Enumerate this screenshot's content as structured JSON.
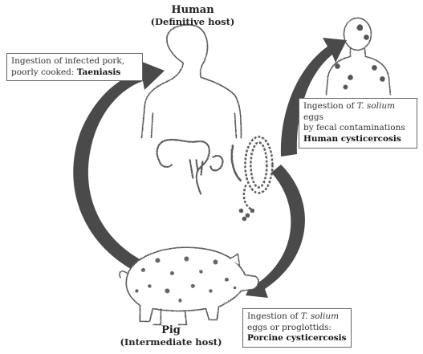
{
  "title": "",
  "nodes": {
    "human": {
      "name": "Human",
      "role": "(Definitive host)"
    },
    "pig": {
      "name": "Pig",
      "role": "(Intermediate host)"
    }
  },
  "notes": {
    "taeniasis": {
      "line1": "Ingestion of infected pork,",
      "line2_prefix": "poorly cooked: ",
      "line2_bold": "Taeniasis"
    },
    "human_cysticercosis": {
      "line1_prefix": "Ingestion of ",
      "line1_italic": "T. solium",
      "line1_suffix": " eggs",
      "line2": "by fecal contaminations",
      "line3_bold": "Human cysticercosis"
    },
    "porcine_cysticercosis": {
      "line1_prefix": "Ingestion of ",
      "line1_italic": "T. solium",
      "line2": "eggs or proglottids:",
      "line3_bold": "Porcine cysticercosis"
    }
  },
  "colors": {
    "arrow": "#4a4a4a",
    "outline": "#5a5a5a",
    "spots": "#555555"
  },
  "icons": [
    "human-torso-icon",
    "intestine-icon",
    "tapeworm-icon",
    "infected-human-icon",
    "pig-icon"
  ]
}
